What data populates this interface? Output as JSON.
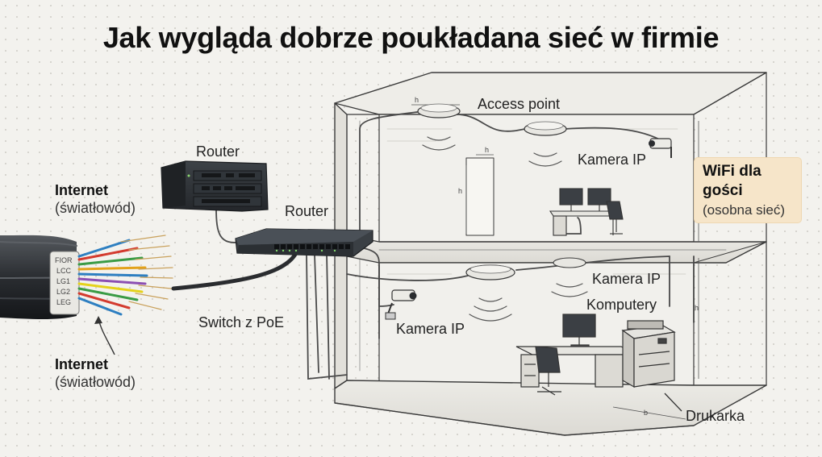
{
  "title": "Jak wygląda dobrze poukładana sieć w firmie",
  "labels": {
    "internet_top": "Internet",
    "internet_top_sub": "(światłowód)",
    "internet_bottom": "Internet",
    "internet_bottom_sub": "(światłowód)",
    "router_rack": "Router",
    "router_switch": "Router",
    "switch_poe": "Switch z PoE",
    "access_point": "Access point",
    "camera_top": "Kamera IP",
    "camera_mid": "Kamera IP",
    "camera_bottom": "Kamera IP",
    "computers": "Komputery",
    "printer": "Drukarka"
  },
  "wifi_box": {
    "line1": "WiFi dla",
    "line2": "gości",
    "line3": "(osobna sieć)"
  },
  "cable_tags": [
    "FIOR",
    "LCC",
    "LG1",
    "LG2",
    "LEG"
  ],
  "dimension_marks": [
    "h",
    "h",
    "h",
    "h",
    "h",
    "b"
  ],
  "colors": {
    "background": "#f3f2ee",
    "wifi_highlight": "#f6e5c9",
    "sketch_line": "#3a3a3a",
    "device_dark": "#2e3236",
    "port_led": "#7fd16b"
  }
}
